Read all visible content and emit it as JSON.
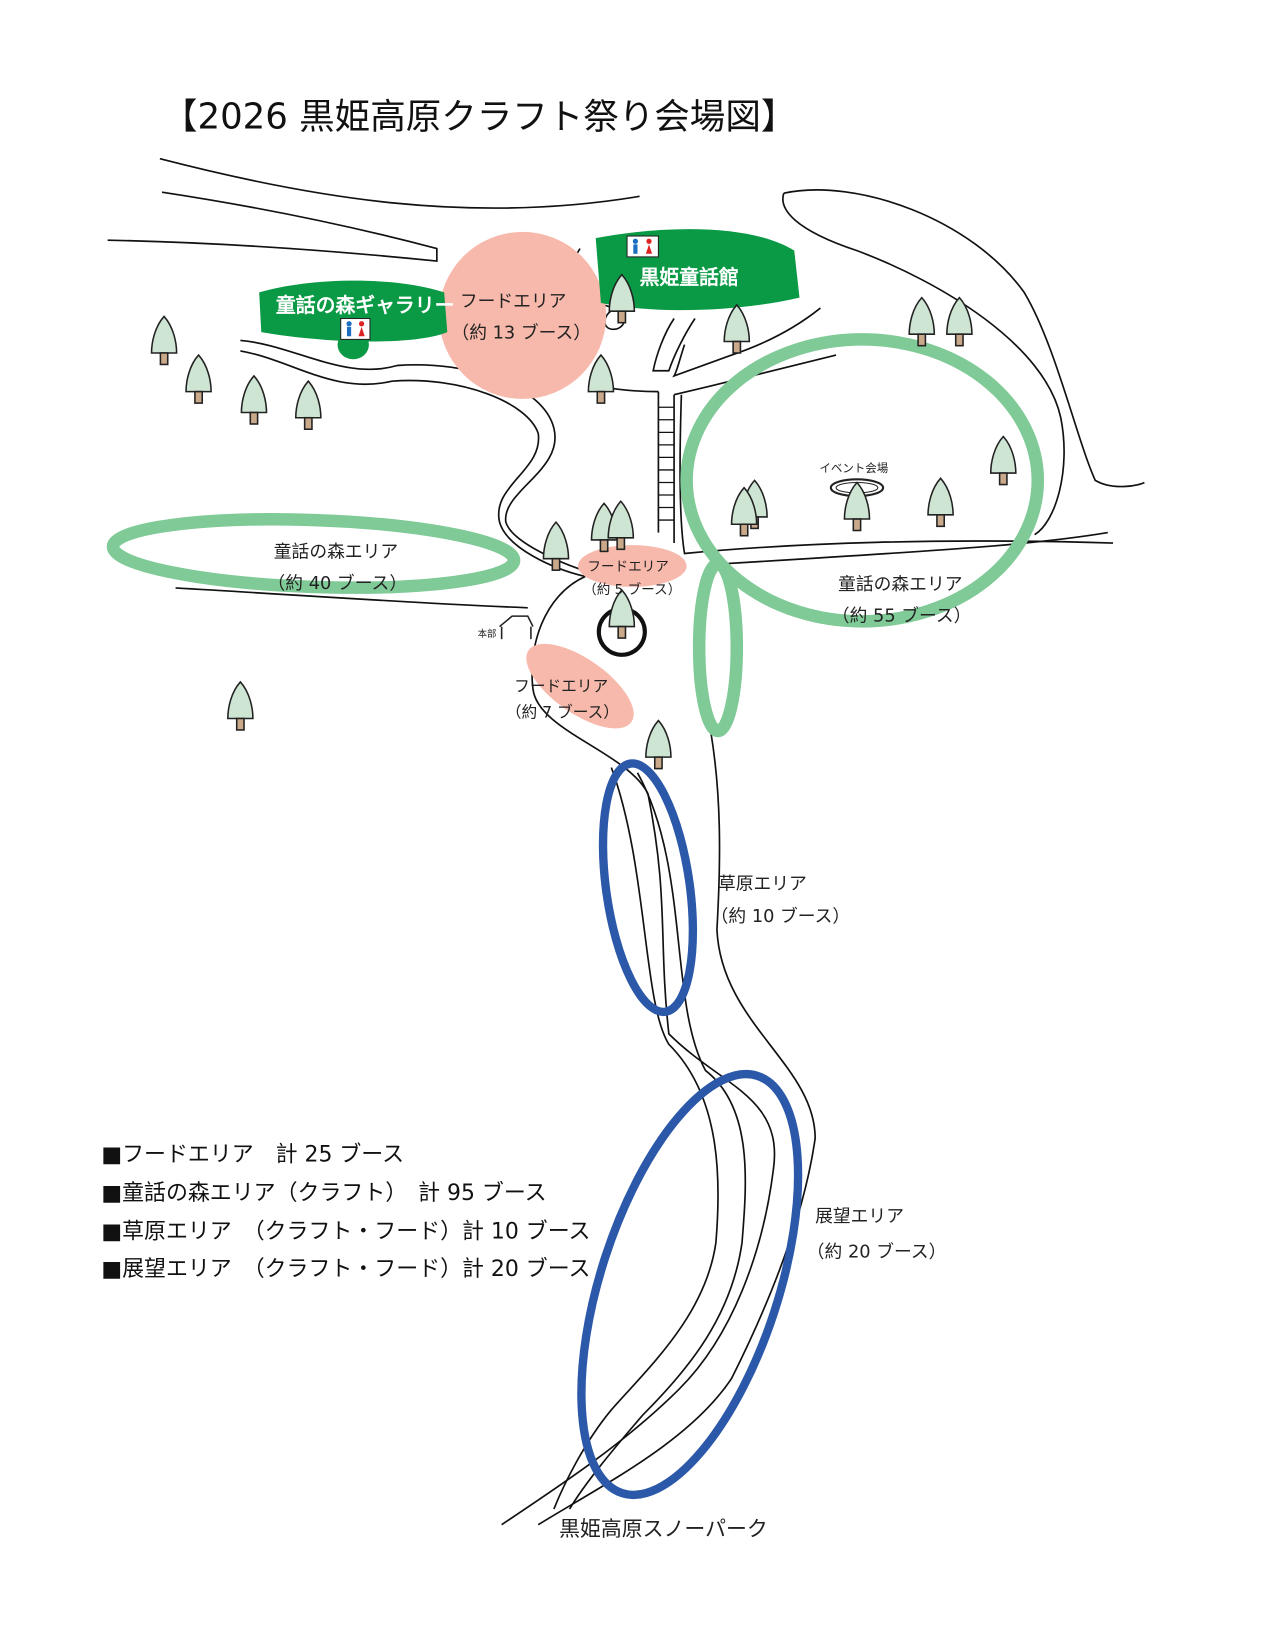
{
  "title": "【2026 黒姫高原クラフト祭り会場図】",
  "buildings": {
    "gallery": "童話の森ギャラリー",
    "museum": "黒姫童話館",
    "hq": "本部",
    "event_venue": "イベント会場"
  },
  "areas": [
    {
      "name": "フードエリア",
      "booths": "（約 13 ブース）"
    },
    {
      "name": "フードエリア",
      "booths": "（約 5 ブース）"
    },
    {
      "name": "フードエリア",
      "booths": "（約 7 ブース）"
    },
    {
      "name": "童話の森エリア",
      "booths": "（約 40 ブース）"
    },
    {
      "name": "童話の森エリア",
      "booths": "（約 55 ブース）"
    },
    {
      "name": "草原エリア",
      "booths": "（約 10 ブース）"
    },
    {
      "name": "展望エリア",
      "booths": "（約 20 ブース）"
    }
  ],
  "destination": "黒姫高原スノーパーク",
  "legend": [
    "■フードエリア　計 25 ブース",
    "■童話の森エリア（クラフト）　計 95 ブース",
    "■草原エリア　（クラフト・フード）計 10 ブース",
    "■展望エリア　（クラフト・フード）計 20 ブース"
  ],
  "colors": {
    "food": "#f7b9ab",
    "forest": "#7fca96",
    "building": "#0a9a45",
    "scenic": "#2b58a8"
  }
}
